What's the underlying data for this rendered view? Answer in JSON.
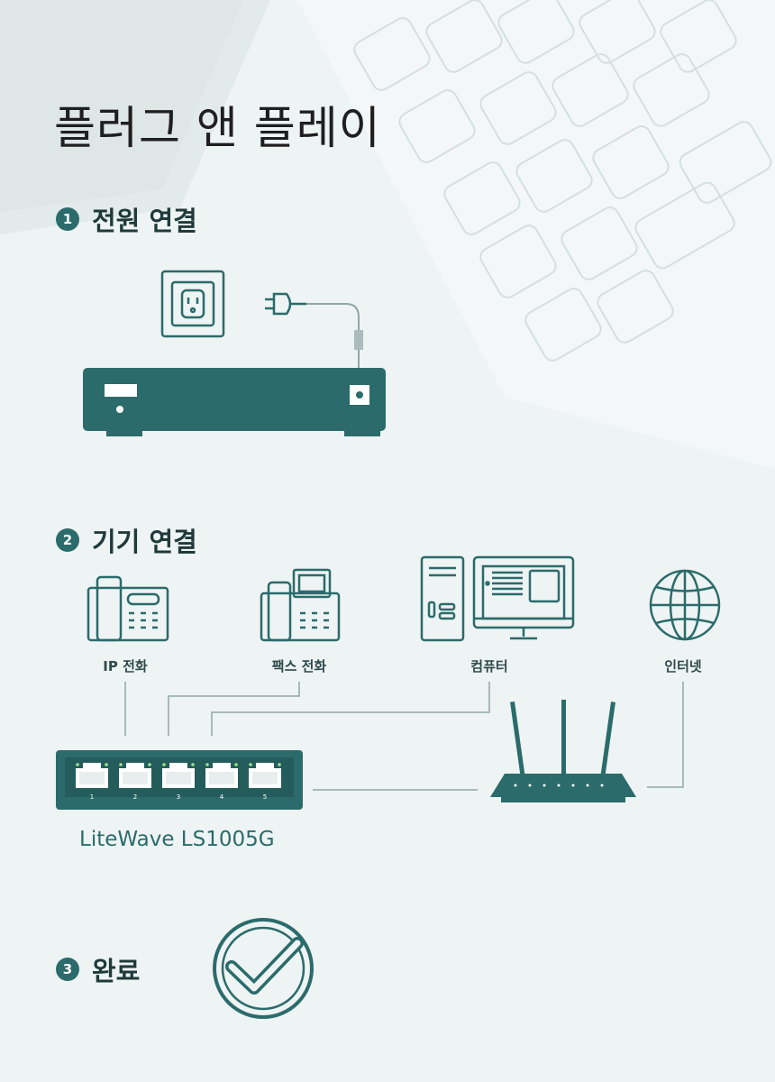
{
  "title": "플러그 앤 플레이",
  "steps": [
    {
      "number": "1",
      "label": "전원 연결"
    },
    {
      "number": "2",
      "label": "기기 연결"
    },
    {
      "number": "3",
      "label": "완료"
    }
  ],
  "devices": {
    "ip_phone": "IP 전화",
    "fax_phone": "팩스 전화",
    "computer": "컴퓨터",
    "internet": "인터넷"
  },
  "switch": {
    "model": "LiteWave LS1005G",
    "ports": [
      "1",
      "2",
      "3",
      "4",
      "5"
    ]
  },
  "colors": {
    "teal": "#2b6b6b",
    "background": "#eef3f3",
    "line": "#8fa7a7"
  }
}
